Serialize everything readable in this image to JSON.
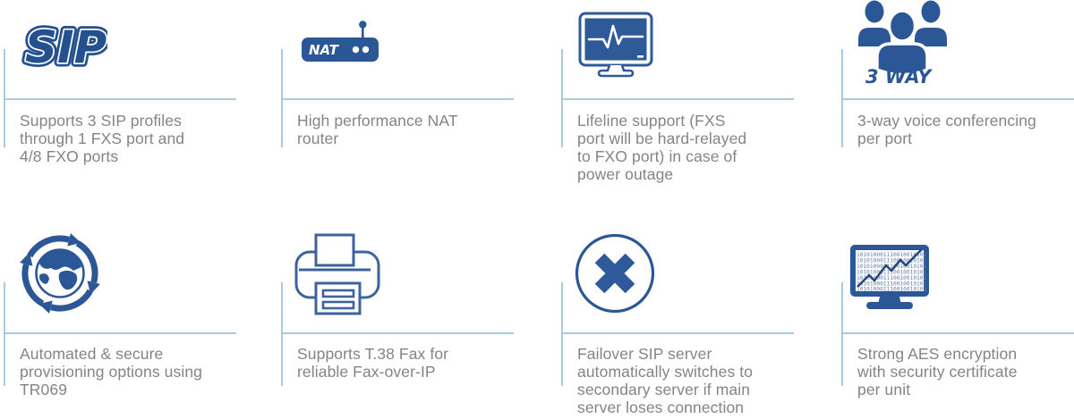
{
  "colors": {
    "icon_blue": "#2b5797",
    "logo_blue": "#24518e",
    "rule_light_blue": "#a9cbdd",
    "text_gray": "#828487"
  },
  "icons": {
    "sip_label": "SIP",
    "nat_label": "NAT",
    "three_way_label": "3 WAY",
    "binary_row": "101010001110010010101"
  },
  "features": [
    {
      "id": "sip-profiles",
      "icon": "sip-logo-icon",
      "description": "Supports 3 SIP profiles\nthrough 1 FXS port and\n4/8 FXO ports"
    },
    {
      "id": "nat-router",
      "icon": "nat-router-icon",
      "description": "High performance NAT\nrouter"
    },
    {
      "id": "lifeline",
      "icon": "lifeline-monitor-icon",
      "description": "Lifeline support (FXS\nport will be hard-relayed\nto FXO port) in case of\npower outage"
    },
    {
      "id": "three-way",
      "icon": "three-way-conference-icon",
      "description": "3-way voice conferencing\nper port"
    },
    {
      "id": "provisioning",
      "icon": "globe-sync-icon",
      "description": "Automated & secure\nprovisioning options using\nTR069"
    },
    {
      "id": "t38-fax",
      "icon": "fax-printer-icon",
      "description": "Supports T.38 Fax for\nreliable Fax-over-IP"
    },
    {
      "id": "failover",
      "icon": "failover-x-circle-icon",
      "description": "Failover SIP server\nautomatically switches to\nsecondary server if main\nserver loses connection"
    },
    {
      "id": "aes-encryption",
      "icon": "encryption-monitor-icon",
      "description": "Strong AES encryption\nwith security certificate\nper unit"
    }
  ]
}
